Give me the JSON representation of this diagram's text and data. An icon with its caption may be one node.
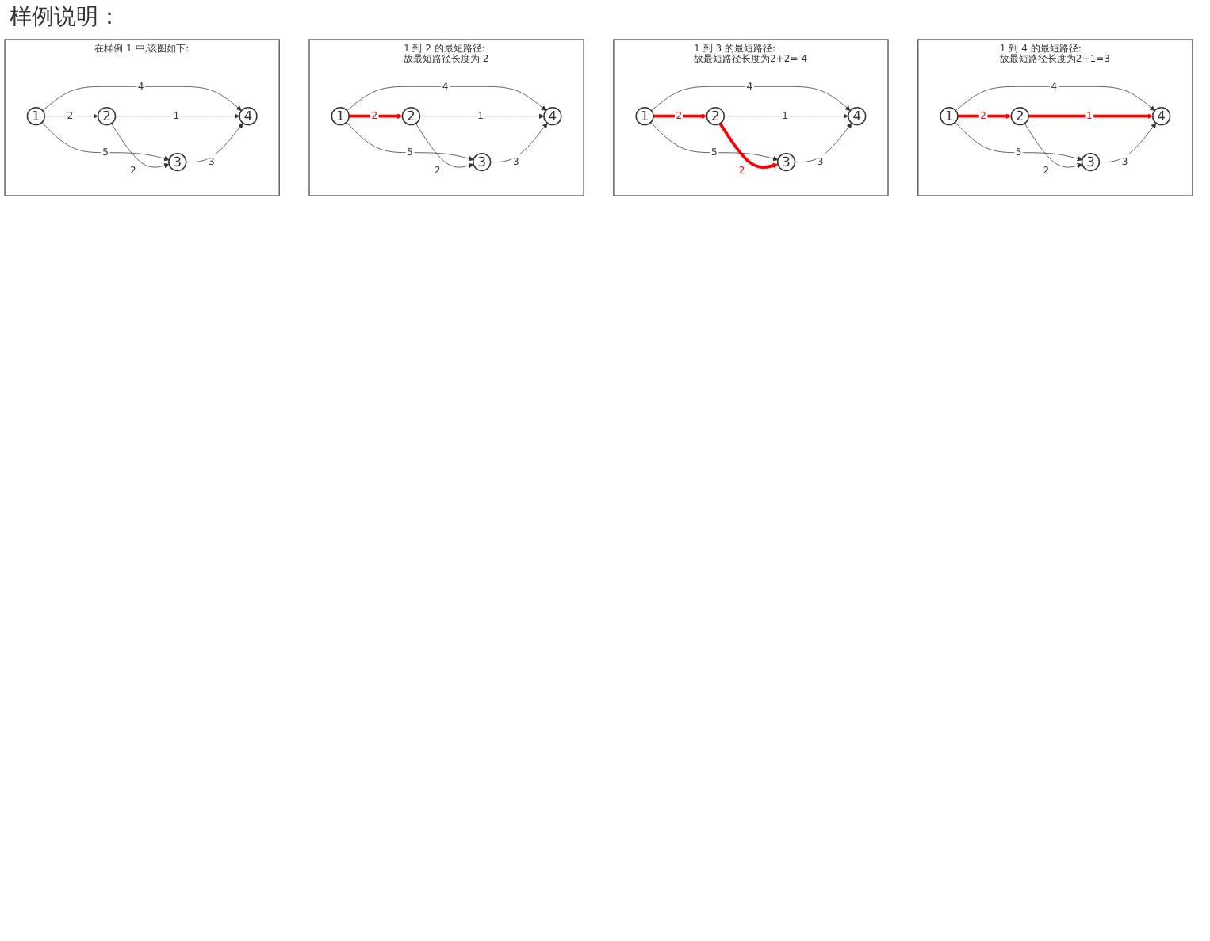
{
  "diagram": {
    "title": "样例说明：",
    "nodes": [
      {
        "text": [
          "在样例 1 中,该图如下:"
        ]
      },
      {
        "text": [
          "1"
        ],
        "in": 0
      },
      {
        "text": [
          "2"
        ],
        "in": 0
      },
      {
        "text": [
          "3"
        ],
        "in": 0
      },
      {
        "text": [
          "4"
        ],
        "in": 0
      },
      {
        "text": [
          "1 到 2 的最短路径:",
          "故最短路径长度为 2"
        ]
      },
      {
        "text": [
          "1"
        ],
        "in": 5
      },
      {
        "text": [
          "2"
        ],
        "in": 5
      },
      {
        "text": [
          "3"
        ],
        "in": 5
      },
      {
        "text": [
          "4"
        ],
        "in": 5
      },
      {
        "text": [
          "1 到 3 的最短路径:",
          "故最短路径长度为2+2= 4"
        ]
      },
      {
        "text": [
          "1"
        ],
        "in": 10
      },
      {
        "text": [
          "2"
        ],
        "in": 10
      },
      {
        "text": [
          "3"
        ],
        "in": 10
      },
      {
        "text": [
          "4"
        ],
        "in": 10
      },
      {
        "text": [
          "1 到 4 的最短路径:",
          "故最短路径长度为2+1=3"
        ]
      },
      {
        "text": [
          "1"
        ],
        "in": 15
      },
      {
        "text": [
          "2"
        ],
        "in": 15
      },
      {
        "text": [
          "3"
        ],
        "in": 15
      },
      {
        "text": [
          "4"
        ],
        "in": 15
      }
    ],
    "edges": [
      {
        "from": 1,
        "to": 2,
        "arrow": "to",
        "label": "2"
      },
      {
        "from": 1,
        "to": 4,
        "arrow": "to",
        "label": "4"
      },
      {
        "from": 2,
        "to": 4,
        "arrow": "to",
        "label": "1"
      },
      {
        "from": 1,
        "to": 3,
        "arrow": "to",
        "label": "5"
      },
      {
        "from": 2,
        "to": 3,
        "arrow": "to",
        "label": "2"
      },
      {
        "from": 3,
        "to": 4,
        "arrow": "to",
        "label": "3"
      },
      {
        "from": 6,
        "to": 7,
        "arrow": "to",
        "label": "2",
        "style": "thick",
        "color": "#ff0000"
      },
      {
        "from": 6,
        "to": 9,
        "arrow": "to",
        "label": "4"
      },
      {
        "from": 7,
        "to": 9,
        "arrow": "to",
        "label": "1"
      },
      {
        "from": 6,
        "to": 8,
        "arrow": "to",
        "label": "5"
      },
      {
        "from": 7,
        "to": 8,
        "arrow": "to",
        "label": "2"
      },
      {
        "from": 8,
        "to": 9,
        "arrow": "to",
        "label": "3"
      },
      {
        "from": 11,
        "to": 12,
        "arrow": "to",
        "label": "2",
        "style": "thick",
        "color": "#ff0000"
      },
      {
        "from": 11,
        "to": 14,
        "arrow": "to",
        "label": "4"
      },
      {
        "from": 12,
        "to": 14,
        "arrow": "to",
        "label": "1"
      },
      {
        "from": 11,
        "to": 13,
        "arrow": "to",
        "label": "5"
      },
      {
        "from": 12,
        "to": 13,
        "arrow": "to",
        "label": "2",
        "style": "thick",
        "color": "#ff0000"
      },
      {
        "from": 13,
        "to": 14,
        "arrow": "to",
        "label": "3"
      },
      {
        "from": 16,
        "to": 17,
        "arrow": "to",
        "label": "2",
        "style": "thick",
        "color": "#ff0000"
      },
      {
        "from": 16,
        "to": 19,
        "arrow": "to",
        "label": "4"
      },
      {
        "from": 17,
        "to": 19,
        "arrow": "to",
        "label": "1",
        "style": "thick",
        "color": "#ff0000"
      },
      {
        "from": 16,
        "to": 18,
        "arrow": "to",
        "label": "5"
      },
      {
        "from": 17,
        "to": 18,
        "arrow": "to",
        "label": "2"
      },
      {
        "from": 18,
        "to": 19,
        "arrow": "to",
        "label": "3"
      }
    ]
  }
}
